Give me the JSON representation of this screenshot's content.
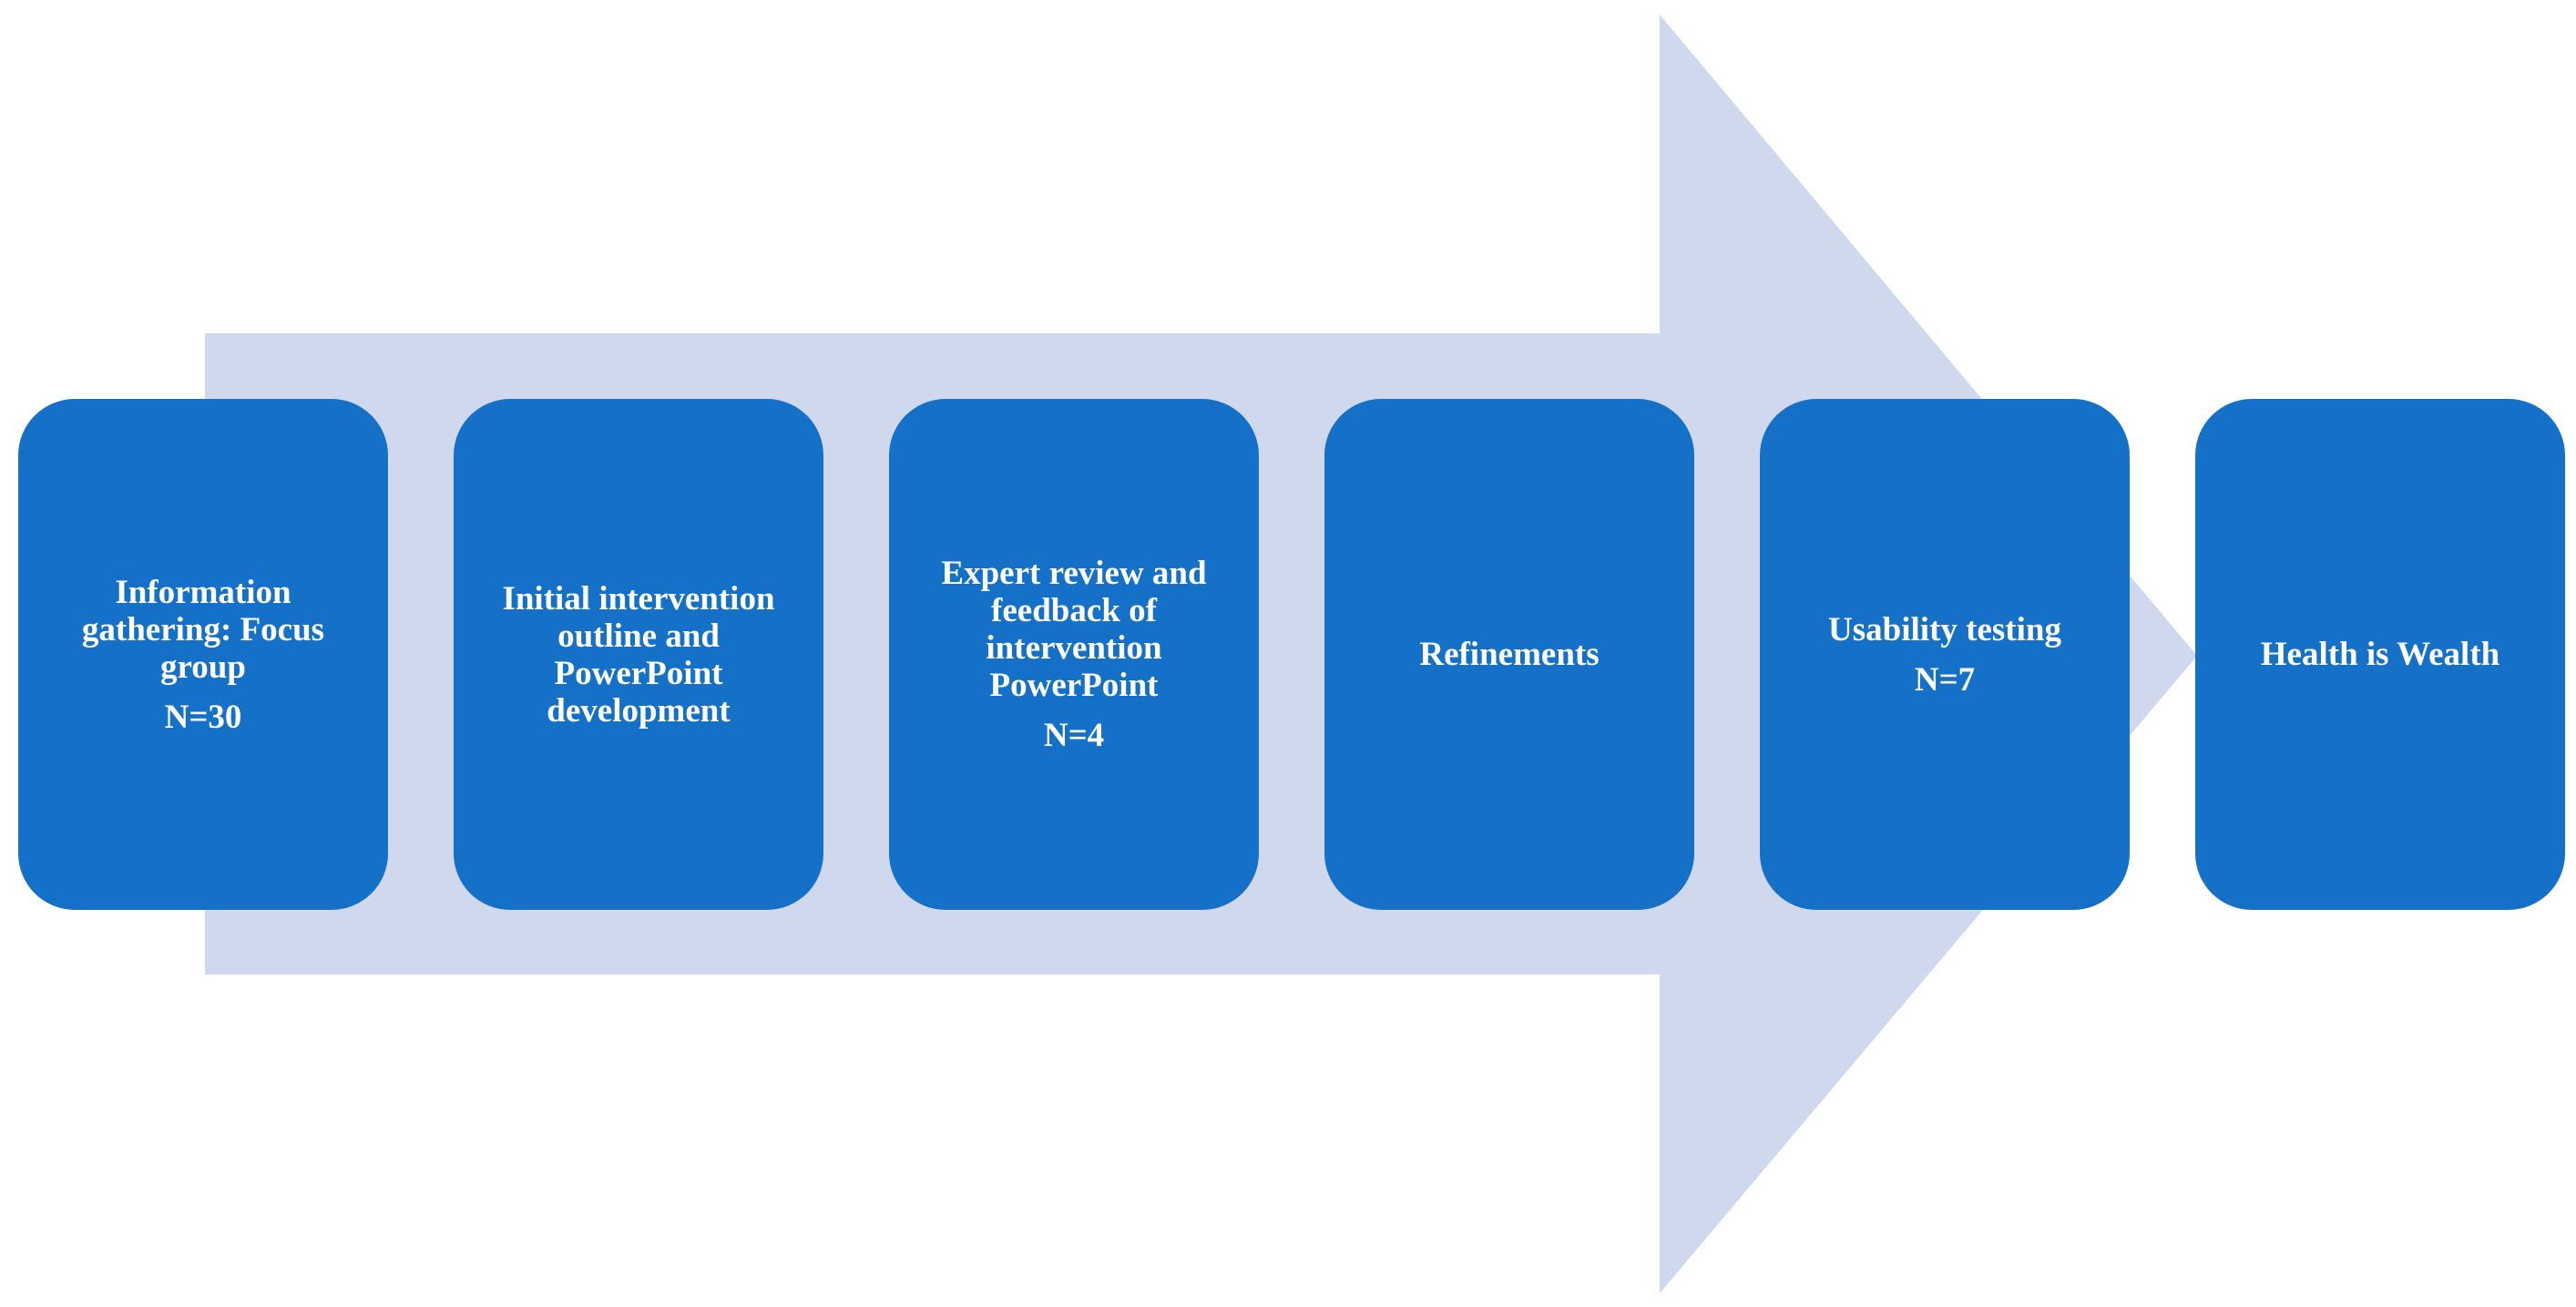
{
  "colors": {
    "arrow": "#cfd8ec",
    "box": "#1570c8",
    "text": "#ffffff"
  },
  "steps": [
    {
      "label": "Information gathering: Focus group",
      "n": "N=30"
    },
    {
      "label": "Initial intervention outline and PowerPoint development",
      "n": ""
    },
    {
      "label": "Expert review and feedback of intervention PowerPoint",
      "n": "N=4"
    },
    {
      "label": "Refinements",
      "n": ""
    },
    {
      "label": "Usability testing",
      "n": "N=7"
    },
    {
      "label": "Health is Wealth",
      "n": ""
    }
  ]
}
